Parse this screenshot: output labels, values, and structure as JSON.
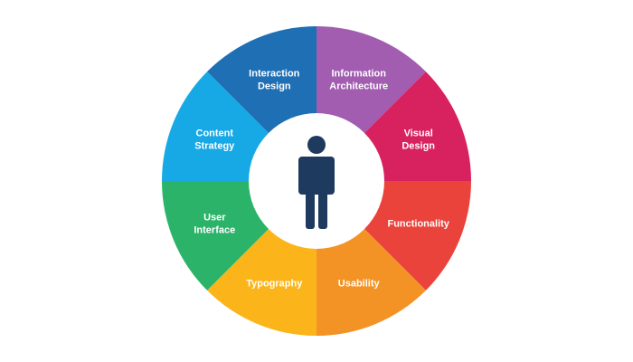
{
  "segments": [
    {
      "id": "information-architecture",
      "lines": [
        "Information",
        "Architecture"
      ],
      "color": "#A25CB0"
    },
    {
      "id": "visual-design",
      "lines": [
        "Visual",
        "Design"
      ],
      "color": "#D8225F"
    },
    {
      "id": "functionality",
      "lines": [
        "Functionality"
      ],
      "color": "#EA433B"
    },
    {
      "id": "usability",
      "lines": [
        "Usability"
      ],
      "color": "#F39325"
    },
    {
      "id": "typography",
      "lines": [
        "Typography"
      ],
      "color": "#FBB51A"
    },
    {
      "id": "user-interface",
      "lines": [
        "User",
        "Interface"
      ],
      "color": "#2CB36A"
    },
    {
      "id": "content-strategy",
      "lines": [
        "Content",
        "Strategy"
      ],
      "color": "#17A8E6"
    },
    {
      "id": "interaction-design",
      "lines": [
        "Interaction",
        "Design"
      ],
      "color": "#1F6FB5"
    }
  ],
  "center": {
    "icon": "person-icon",
    "icon_color": "#1E3A5F",
    "background": "#ffffff"
  }
}
